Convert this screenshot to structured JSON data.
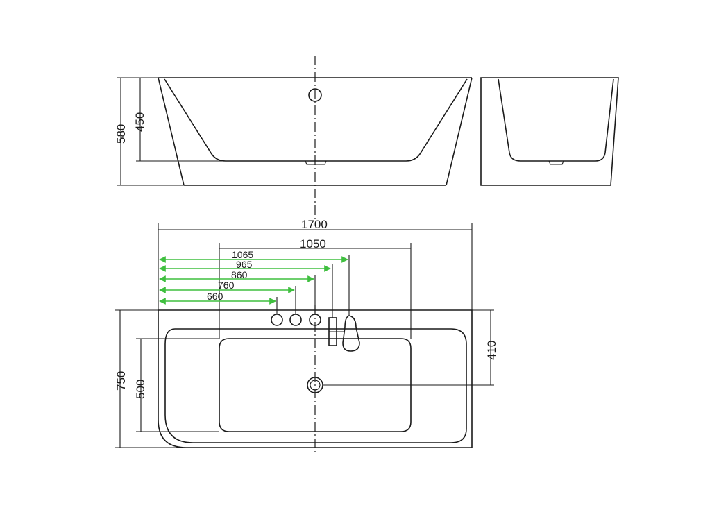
{
  "dimensions": {
    "side_height_total": "580",
    "side_height_inner": "450",
    "plan_length": "1700",
    "inner_length": "1050",
    "plan_width": "750",
    "inner_width": "500",
    "drain_offset": "410"
  },
  "fixture_offsets": [
    "1065",
    "965",
    "860",
    "760",
    "660"
  ],
  "colors": {
    "line": "#1a1a1a",
    "dimension_green": "#3fbf3f",
    "background": "#ffffff"
  }
}
